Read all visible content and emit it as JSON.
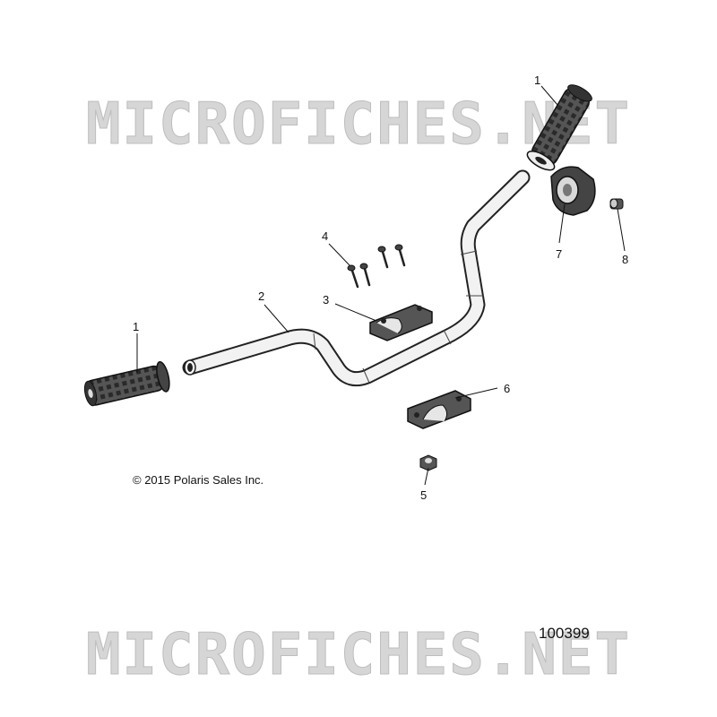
{
  "watermark": {
    "text": "MICROFICHES.NET"
  },
  "copyright": "© 2015 Polaris Sales Inc.",
  "figure_number": "100399",
  "callouts": {
    "grip_right": "1",
    "grip_left": "1",
    "handlebar": "2",
    "clamp_upper": "3",
    "bolts": "4",
    "nut": "5",
    "clamp_lower": "6",
    "pad": "7",
    "plug": "8"
  }
}
